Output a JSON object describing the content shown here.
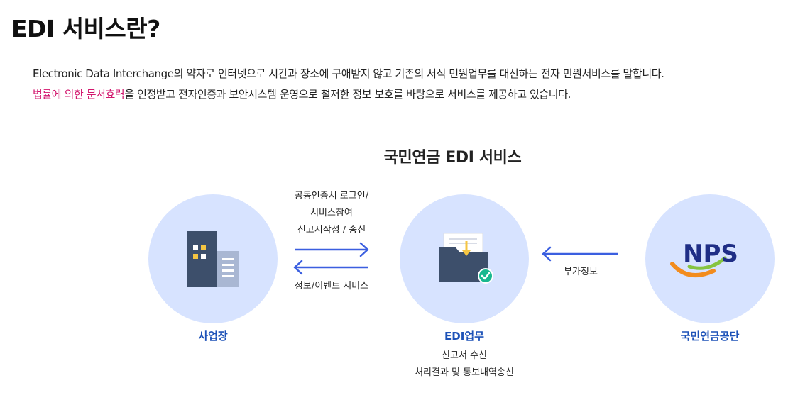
{
  "page": {
    "title": "EDI 서비스란?",
    "desc_line1": "Electronic Data Interchange의 약자로 인터넷으로 시간과 장소에 구애받지 않고 기존의 서식 민원업무를 대신하는 전자 민원서비스를 말합니다.",
    "desc_line2_highlight": "법률에 의한 문서효력",
    "desc_line2_rest": "을 인정받고 전자인증과 보안시스템 운영으로 철저한 정보 보호를 바탕으로 서비스를 제공하고 있습니다.",
    "highlight_color": "#d2156d"
  },
  "diagram": {
    "title": "국민연금 EDI 서비스",
    "nodes": {
      "workplace": {
        "label": "사업장",
        "icon": "building-icon"
      },
      "edi": {
        "label": "EDI업무",
        "icon": "folder-document-check-icon",
        "sub_lines": [
          "신고서 수신",
          "처리결과 및 통보내역송신"
        ]
      },
      "nps": {
        "label": "국민연금공단",
        "icon": "nps-logo",
        "logo_text": "NPS"
      }
    },
    "edges": {
      "to_edi_lines": [
        "공동인증서 로그인/",
        "서비스참여",
        "신고서작성 / 송신"
      ],
      "to_workplace_label": "정보/이벤트 서비스",
      "from_nps_label": "부가정보"
    },
    "colors": {
      "circle": "#d7e3ff",
      "arrow": "#3b5fe0",
      "node_label": "#1d52b8",
      "building_dark": "#3d4f6b",
      "building_light": "#a9b7d3",
      "window_yellow": "#f5c542",
      "check_green": "#19b88f",
      "nps_navy": "#1f2e86",
      "nps_orange": "#f28c1e",
      "nps_green": "#86c440"
    }
  }
}
